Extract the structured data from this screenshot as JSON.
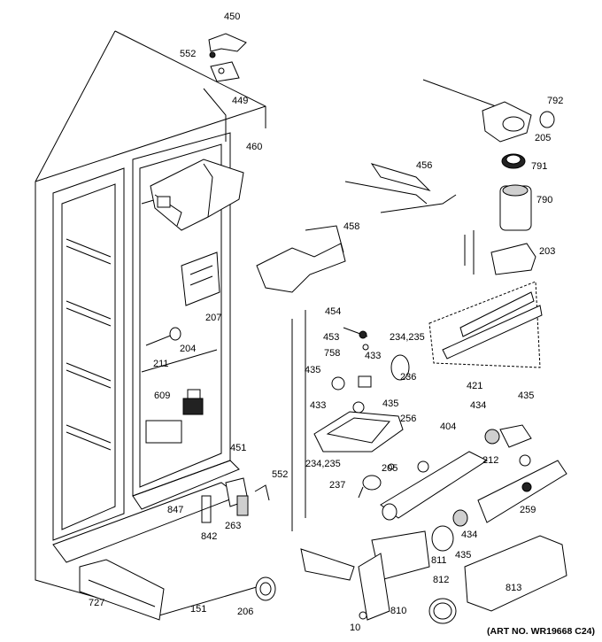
{
  "labels": {
    "l450": "450",
    "l552a": "552",
    "l449": "449",
    "l460": "460",
    "l456": "456",
    "l458": "458",
    "l792": "792",
    "l205a": "205",
    "l791": "791",
    "l790": "790",
    "l203": "203",
    "l207": "207",
    "l204": "204",
    "l211": "211",
    "l609": "609",
    "l454": "454",
    "l453": "453",
    "l758": "758",
    "l234a": "234,235",
    "l433a": "433",
    "l435a": "435",
    "l236": "236",
    "l433b": "433",
    "l435b": "435",
    "l256": "256",
    "l421": "421",
    "l435c": "435",
    "l434a": "434",
    "l404": "404",
    "l212": "212",
    "l234b": "234,235",
    "l205b": "205",
    "l237": "237",
    "l451": "451",
    "l552b": "552",
    "l847": "847",
    "l842": "842",
    "l263": "263",
    "l259": "259",
    "l434b": "434",
    "l435d": "435",
    "l811": "811",
    "l812": "812",
    "l813": "813",
    "l727": "727",
    "l151": "151",
    "l206": "206",
    "l810": "810",
    "l10": "10"
  },
  "art_number": "(ART NO. WR19668 C24)"
}
